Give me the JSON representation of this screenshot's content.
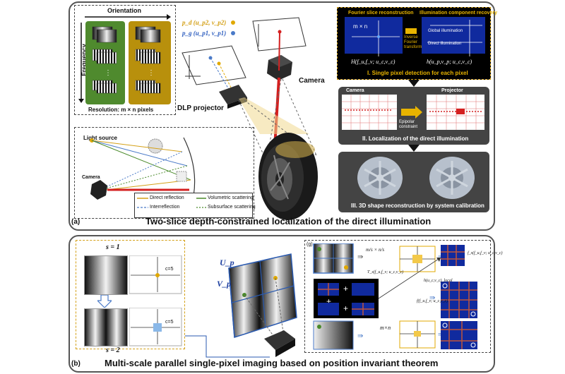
{
  "panel_a": {
    "tag": "(a)",
    "caption": "Two-slice depth-constrained localization of the direct illumination",
    "orientation_label": "Orientation",
    "frequency_label": "Frequency",
    "resolution_label": "Resolution: m × n pixels",
    "pd_label": "p_d (u_p2, v_p2)",
    "pg_label": "p_g (u_p1, v_p1)",
    "dlp_label": "DLP projector",
    "camera_label": "Camera",
    "light_source_label": "Light source",
    "camera_small_label": "Camera",
    "legend": [
      "Direct reflection",
      "Interreflection",
      "Volumetric scattering",
      "Subsurface scattering"
    ],
    "step1": {
      "left_title": "Fourier slice reconstruction",
      "right_title": "Illumination component recovery",
      "mxn": "m × n",
      "arrow_text": "Inverse Fourier transform",
      "global": "Global illumination",
      "direct": "Direct illumination",
      "h_left": "H(f_u,f_v; u_c,v_c)",
      "h_right": "h(u_p,v_p; u_c,v_c)",
      "caption": "I.  Single pixel detection for each pixel"
    },
    "step2": {
      "camera": "Camera",
      "projector": "Projector",
      "arrow_text": "Epipolar constraint",
      "caption": "II.  Localization of the direct illumination"
    },
    "step3": {
      "caption": "III.  3D shape reconstruction by system calibration"
    }
  },
  "panel_b": {
    "tag": "(b)",
    "caption": "Multi-scale parallel single-pixel imaging based on position invariant theorem",
    "s1": "s = 1",
    "s2": "s = 2",
    "c1": "c=5",
    "c2": "c=5",
    "up": "U_p",
    "vp": "V_p",
    "g_tag": "(g)",
    "frac": "m/s × n/s",
    "t_label": "T_s(f_u,f_v; u_c,v_c)",
    "f_label": "f_s(f_u,f_v; u_c,v_c)",
    "h_label1": "h(u_c,v_c)_local",
    "h_label2": "f(f_u,f_v; u_c,v_c)",
    "mn": "m×n"
  },
  "colors": {
    "blue_dark": "#102a9e",
    "gold": "#c99a1c",
    "green": "#4a8a2a",
    "red": "#d42020",
    "yellow_text": "#e8b400",
    "light_blue": "#4a7ac8"
  }
}
